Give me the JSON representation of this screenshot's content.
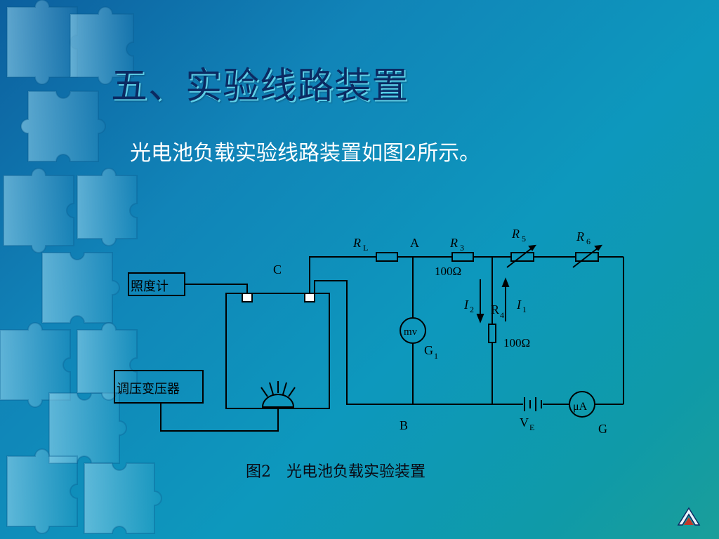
{
  "slide": {
    "title": "五、实验线路装置",
    "subtitle": "光电池负载实验线路装置如图2所示。",
    "caption": "图2　光电池负载实验装置"
  },
  "circuit": {
    "illuminometer": "照度计",
    "regulator": "调压变压器",
    "C": "C",
    "RL_main": "R",
    "RL_sub": "L",
    "A": "A",
    "R3_main": "R",
    "R3_sub": "3",
    "R3_value": "100Ω",
    "R5_main": "R",
    "R5_sub": "5",
    "R6_main": "R",
    "R6_sub": "6",
    "I2_main": "I",
    "I2_sub": "2",
    "R4_main": "R",
    "R4_sub": "4",
    "I1_main": "I",
    "I1_sub": "1",
    "mv": "mv",
    "R4_value": "100Ω",
    "G1_main": "G",
    "G1_sub": "1",
    "B": "B",
    "VE_main": "V",
    "VE_sub": "E",
    "uA": "μA",
    "G": "G"
  },
  "colors": {
    "title": "#0b2a62",
    "subtitle": "#ffffff",
    "wire": "#000000",
    "background_top_left": "#0c5f9e",
    "background_bottom_right": "#1a9e9a"
  },
  "icons": {
    "nav": "home-arrow-icon",
    "lamp": "lamp-icon"
  }
}
